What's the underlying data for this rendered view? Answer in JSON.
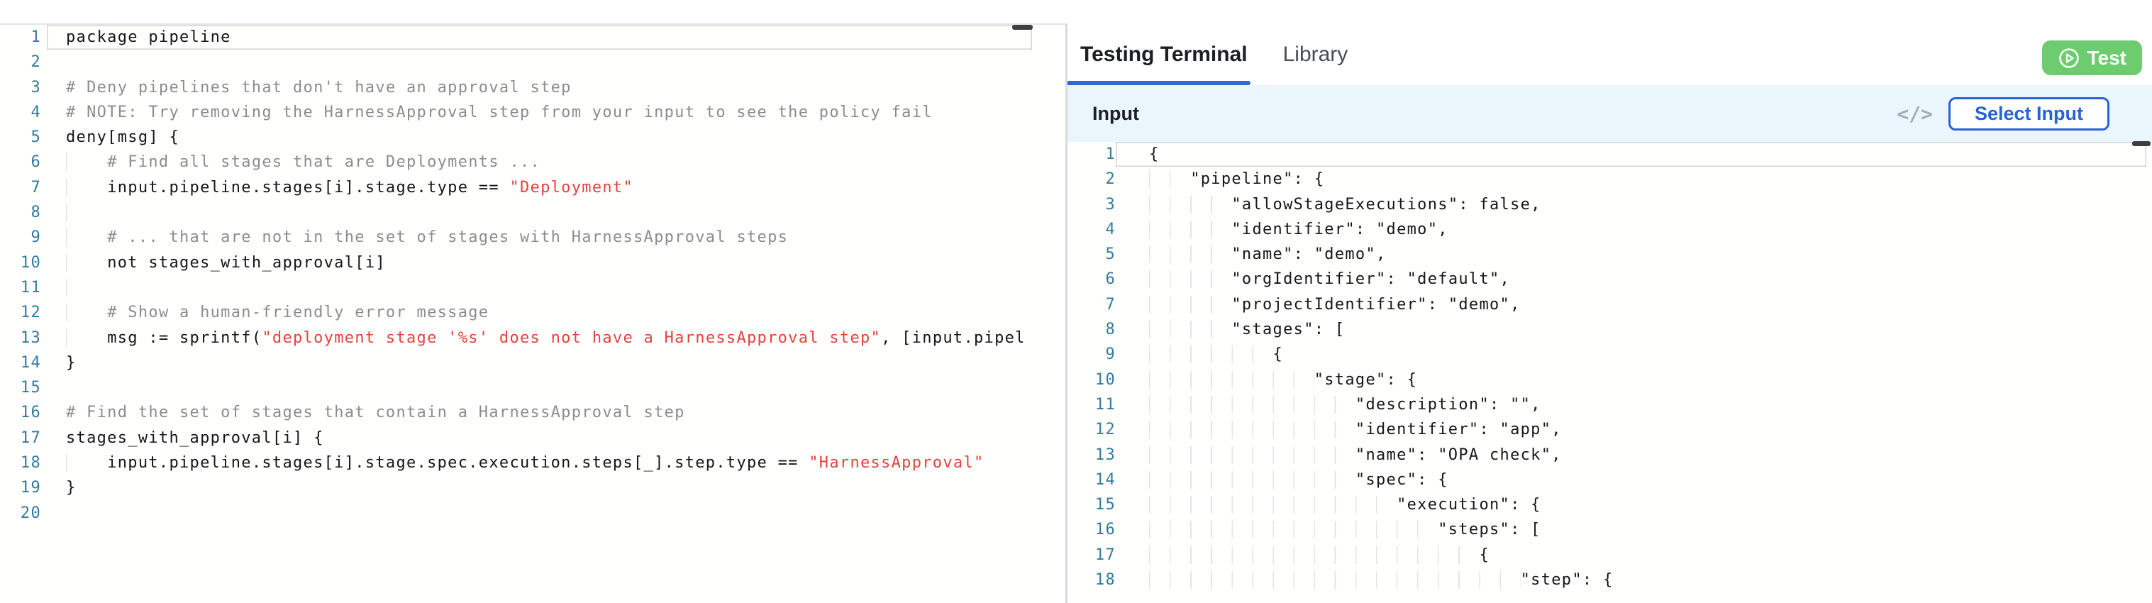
{
  "colors": {
    "accent_blue": "#2e67dd",
    "select_input_blue": "#2563d9",
    "test_green": "#6ccc6e",
    "string_red": "#e5433b",
    "comment_gray": "#8a8d8f",
    "line_number_teal": "#337b9d",
    "input_row_bg": "#eaf6fc"
  },
  "policy_editor": {
    "language": "rego",
    "current_line": 1,
    "lines": [
      {
        "num": 1,
        "parts": [
          [
            "package pipeline",
            "plain"
          ]
        ]
      },
      {
        "num": 2,
        "parts": []
      },
      {
        "num": 3,
        "parts": [
          [
            "# Deny pipelines that don't have an approval step",
            "comment"
          ]
        ]
      },
      {
        "num": 4,
        "parts": [
          [
            "# NOTE: Try removing the HarnessApproval step from your input to see the policy fail",
            "comment"
          ]
        ]
      },
      {
        "num": 5,
        "parts": [
          [
            "deny[msg] {",
            "plain"
          ]
        ]
      },
      {
        "num": 6,
        "parts": [
          [
            "    # Find all stages that are Deployments ...",
            "comment"
          ]
        ]
      },
      {
        "num": 7,
        "parts": [
          [
            "    input.pipeline.stages[i].stage.type == ",
            "plain"
          ],
          [
            "\"Deployment\"",
            "string"
          ]
        ]
      },
      {
        "num": 8,
        "parts": [
          [
            "    ",
            "plain"
          ]
        ]
      },
      {
        "num": 9,
        "parts": [
          [
            "    # ... that are not in the set of stages with HarnessApproval steps",
            "comment"
          ]
        ]
      },
      {
        "num": 10,
        "parts": [
          [
            "    not stages_with_approval[i]",
            "plain"
          ]
        ]
      },
      {
        "num": 11,
        "parts": [
          [
            "    ",
            "plain"
          ]
        ]
      },
      {
        "num": 12,
        "parts": [
          [
            "    # Show a human-friendly error message",
            "comment"
          ]
        ]
      },
      {
        "num": 13,
        "parts": [
          [
            "    msg := sprintf(",
            "plain"
          ],
          [
            "\"deployment stage '%s' does not have a HarnessApproval step\"",
            "string"
          ],
          [
            ", [input.pipel",
            "plain"
          ]
        ]
      },
      {
        "num": 14,
        "parts": [
          [
            "}",
            "plain"
          ]
        ]
      },
      {
        "num": 15,
        "parts": []
      },
      {
        "num": 16,
        "parts": [
          [
            "# Find the set of stages that contain a HarnessApproval step",
            "comment"
          ]
        ]
      },
      {
        "num": 17,
        "parts": [
          [
            "stages_with_approval[i] {",
            "plain"
          ]
        ]
      },
      {
        "num": 18,
        "parts": [
          [
            "    input.pipeline.stages[i].stage.spec.execution.steps[_].step.type == ",
            "plain"
          ],
          [
            "\"HarnessApproval\"",
            "string"
          ]
        ]
      },
      {
        "num": 19,
        "parts": [
          [
            "}",
            "plain"
          ]
        ]
      },
      {
        "num": 20,
        "parts": []
      }
    ]
  },
  "right_panel": {
    "tabs": [
      {
        "label": "Testing Terminal",
        "active": true
      },
      {
        "label": "Library",
        "active": false
      }
    ],
    "test_button": {
      "label": "Test",
      "icon": "play-circle-icon"
    },
    "input_header": {
      "title": "Input",
      "code_icon_glyph": "</>",
      "select_input_label": "Select Input"
    },
    "input_editor": {
      "language": "json",
      "current_line": 1,
      "lines": [
        "{",
        "    \"pipeline\": {",
        "        \"allowStageExecutions\": false,",
        "        \"identifier\": \"demo\",",
        "        \"name\": \"demo\",",
        "        \"orgIdentifier\": \"default\",",
        "        \"projectIdentifier\": \"demo\",",
        "        \"stages\": [",
        "            {",
        "                \"stage\": {",
        "                    \"description\": \"\",",
        "                    \"identifier\": \"app\",",
        "                    \"name\": \"OPA check\",",
        "                    \"spec\": {",
        "                        \"execution\": {",
        "                            \"steps\": [",
        "                                {",
        "                                    \"step\": {"
      ]
    }
  }
}
